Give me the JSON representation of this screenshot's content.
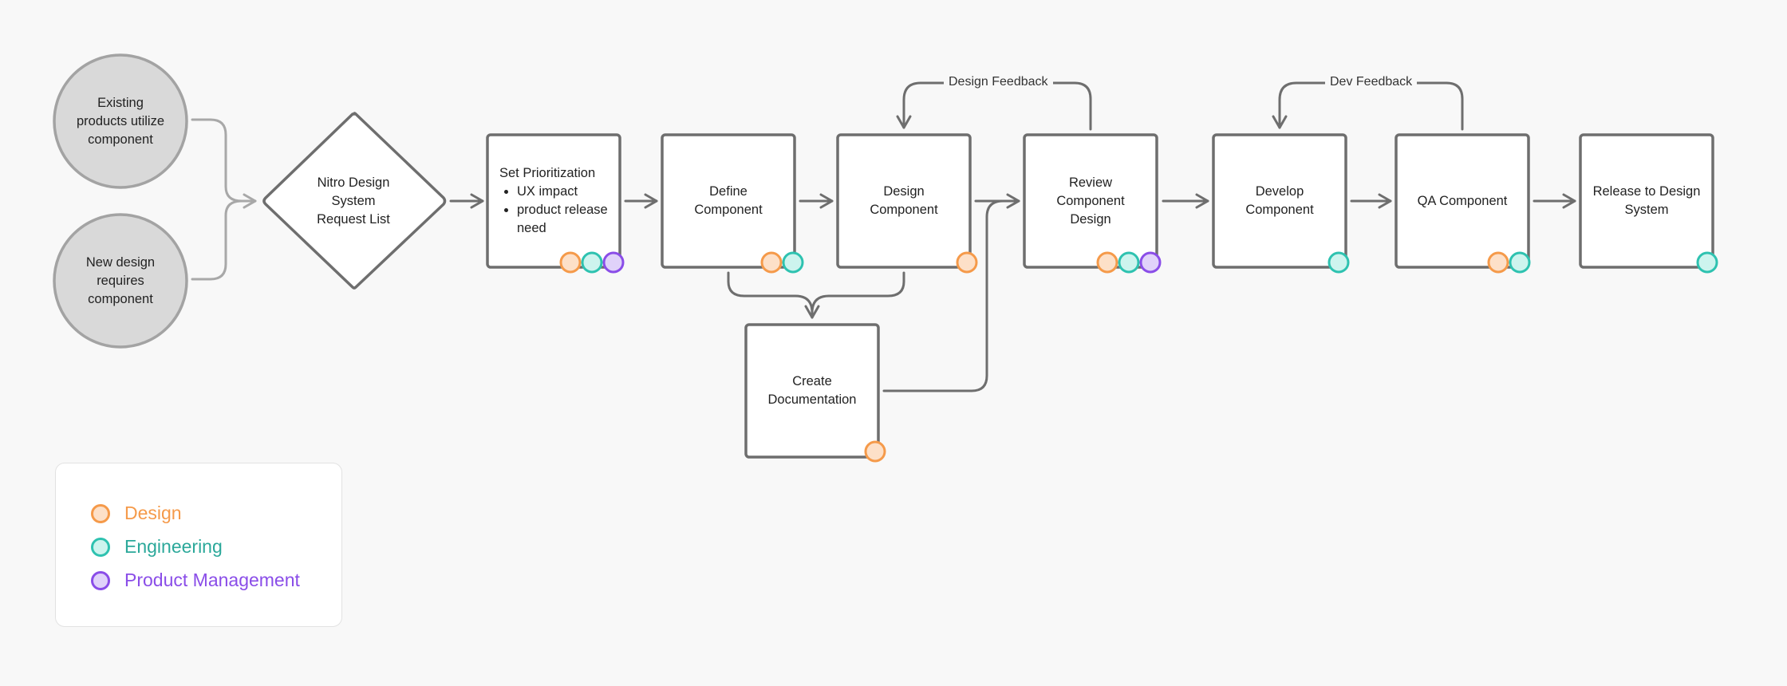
{
  "nodes": {
    "existing_products": [
      "Existing",
      "products utilize",
      "component"
    ],
    "new_design": [
      "New design",
      "requires",
      "component"
    ],
    "request_list": [
      "Nitro Design",
      "System",
      "Request List"
    ],
    "set_prioritization": {
      "title": "Set Prioritization",
      "bullets": [
        "UX impact",
        "product release need"
      ]
    },
    "define_component": [
      "Define",
      "Component"
    ],
    "design_component": [
      "Design",
      "Component"
    ],
    "create_documentation": [
      "Create",
      "Documentation"
    ],
    "review_component_design": [
      "Review",
      "Component",
      "Design"
    ],
    "develop_component": [
      "Develop",
      "Component"
    ],
    "qa_component": [
      "QA Component"
    ],
    "release": [
      "Release to Design",
      "System"
    ]
  },
  "edge_labels": {
    "design_feedback": "Design Feedback",
    "dev_feedback": "Dev Feedback"
  },
  "legend": [
    {
      "key": "design",
      "label": "Design",
      "color": "#f59a4a",
      "fill": "#fde0c8"
    },
    {
      "key": "engineering",
      "label": "Engineering",
      "color": "#2ec2b0",
      "fill": "#cdf4ee"
    },
    {
      "key": "product",
      "label": "Product Management",
      "color": "#8a4de8",
      "fill": "#e0d2fa"
    }
  ],
  "roles": {
    "set_prioritization": [
      "design",
      "engineering",
      "product"
    ],
    "define_component": [
      "design",
      "engineering"
    ],
    "design_component": [
      "design"
    ],
    "create_documentation": [
      "design"
    ],
    "review_component_design": [
      "design",
      "engineering",
      "product"
    ],
    "develop_component": [
      "engineering"
    ],
    "qa_component": [
      "design",
      "engineering"
    ],
    "release": [
      "engineering"
    ]
  },
  "colors": {
    "box_stroke": "#6e6e6e",
    "box_fill": "#ffffff",
    "circle_fill": "#d9d9d9",
    "circle_stroke": "#a3a3a3",
    "arrow": "#6e6e6e",
    "merge_arrow": "#a8a8a8"
  }
}
